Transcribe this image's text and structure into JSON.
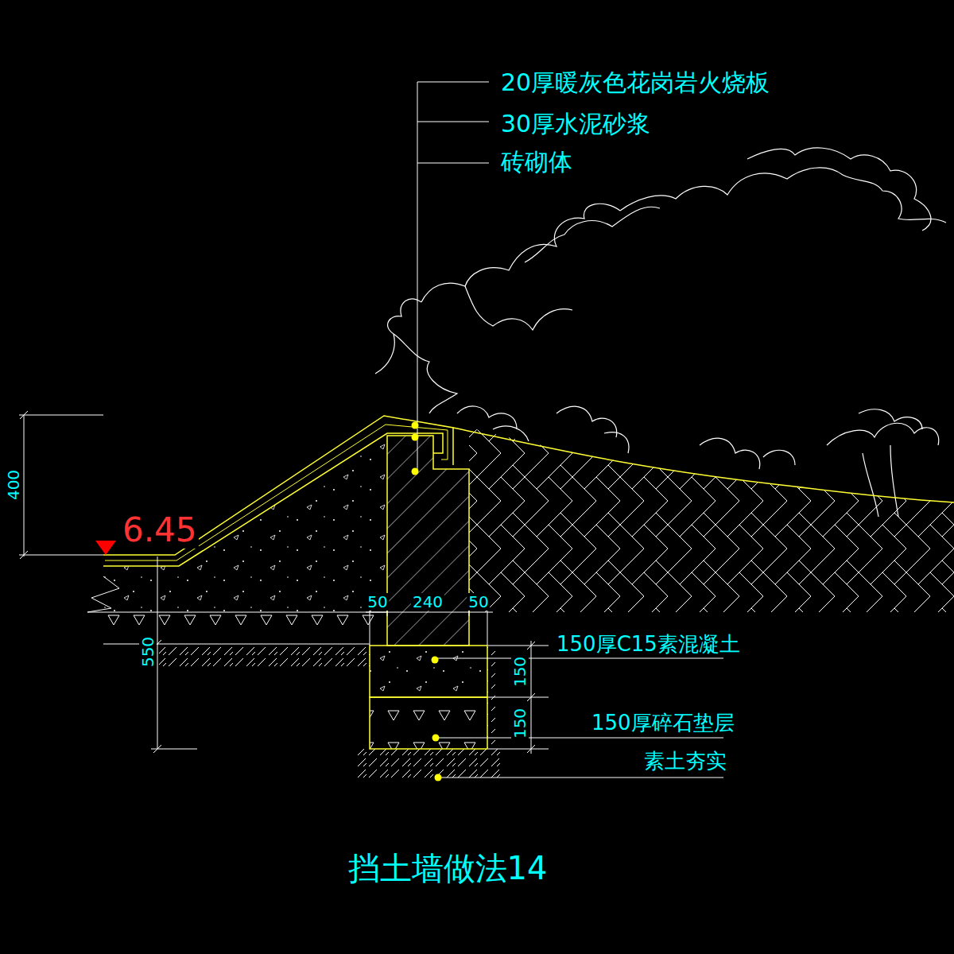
{
  "diagram": {
    "title": "挡土墙做法14",
    "labels": [
      "20厚暖灰色花岗岩火烧板",
      "30厚水泥砂浆",
      "砖砌体",
      "400",
      "6.45",
      "50",
      "240",
      "50",
      "550",
      "150厚C15素混凝土",
      "150",
      "150",
      "150厚碎石垫层",
      "素土夯实"
    ]
  }
}
